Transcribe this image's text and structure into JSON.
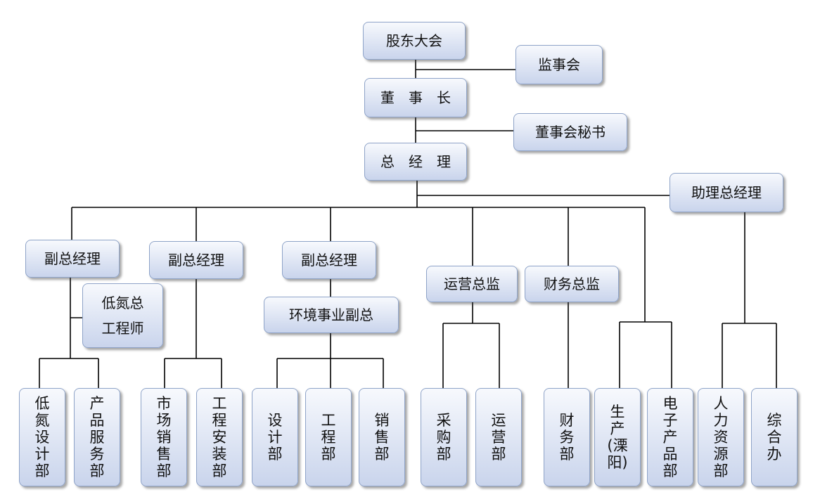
{
  "colors": {
    "line": "#000000",
    "box_border": "#8ea3c8",
    "box_top": "#f7f9fd",
    "box_bottom": "#c9d4ec"
  },
  "nodes": {
    "gudong": "股东大会",
    "jianshi": "监事会",
    "dongshizhang": "董　事　长",
    "mishu": "董事会秘书",
    "zongjingli": "总　经　理",
    "zhuli": "助理总经理",
    "fuzong1": "副总经理",
    "fuzong2": "副总经理",
    "fuzong3": "副总经理",
    "yunying": "运营总监",
    "caiwu_zj": "财务总监",
    "gongchengshi": "低氮总\n工程师",
    "huanjing": "环境事业副总",
    "d1": "低\n氮\n设\n计\n部",
    "d2": "产\n品\n服\n务\n部",
    "d3": "市\n场\n销\n售\n部",
    "d4": "工\n程\n安\n装\n部",
    "d5": "设\n计\n部",
    "d6": "工\n程\n部",
    "d7": "销\n售\n部",
    "d8": "采\n购\n部",
    "d9": "运\n营\n部",
    "d10": "财\n务\n部",
    "d11": "生\n产\n(溧\n阳)",
    "d12": "电\n子\n产\n品\n部",
    "d13": "人\n力\n资\n源\n部",
    "d14": "综\n合\n办"
  }
}
